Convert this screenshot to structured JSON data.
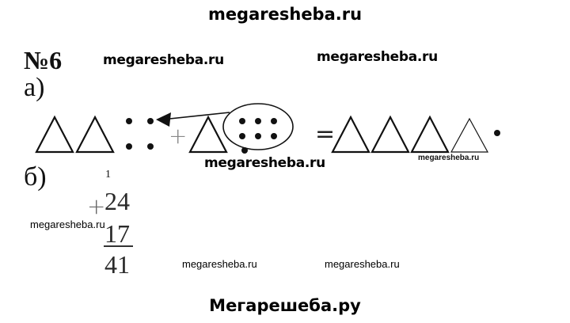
{
  "header_watermark": "megaresheba.ru",
  "problem_number": "№6",
  "watermarks": {
    "top_left": "megaresheba.ru",
    "top_right": "megaresheba.ru",
    "middle": "megaresheba.ru",
    "small_right": "megaresheba.ru",
    "left_overlay": "megaresheba.ru",
    "bottom_1": "megaresheba.ru",
    "bottom_2": "megaresheba.ru"
  },
  "part_a": {
    "label": "а)",
    "plus": "+",
    "equals": "="
  },
  "part_b": {
    "label": "б)",
    "carry": "1",
    "operator": "+",
    "addend_1": "24",
    "addend_2": "17",
    "sum": "41"
  },
  "footer": "Мегарешеба.ру"
}
